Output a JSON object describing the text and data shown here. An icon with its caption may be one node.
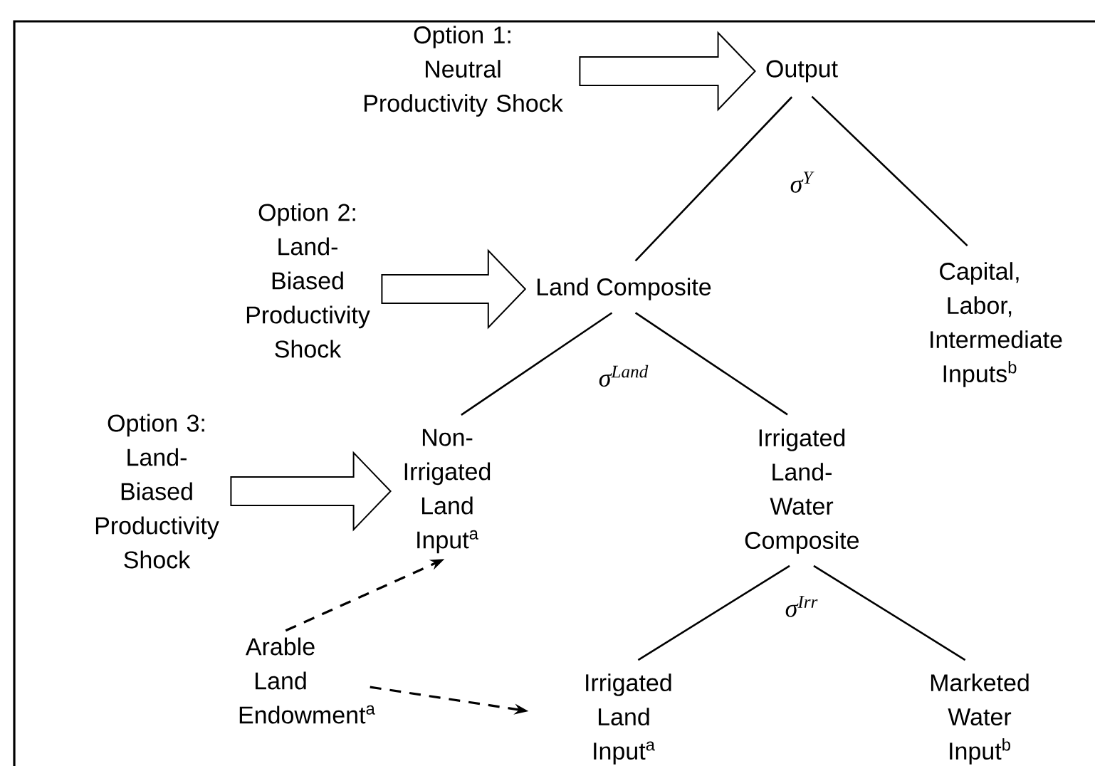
{
  "diagram": {
    "nodes": [
      {
        "text": [
          "Option 1:",
          "Neutral Productivity Shock"
        ]
      },
      {
        "text": [
          "Output"
        ]
      },
      {
        "text": [
          "Option 2:",
          "Land-Biased Productivity Shock"
        ]
      },
      {
        "text": [
          "Land Composite"
        ]
      },
      {
        "text": [
          "Capital, Labor, Intermediate Inputs$^{b}$"
        ]
      },
      {
        "text": [
          "Option 3:",
          "Land-Biased Productivity Shock"
        ]
      },
      {
        "text": [
          "Non-Irrigated Land Input$^{a}$"
        ]
      },
      {
        "text": [
          "Irrigated Land-Water Composite"
        ]
      },
      {
        "text": [
          "Arable Land Endowment$^{a}$"
        ]
      },
      {
        "text": [
          "Irrigated Land Input$^{a}$"
        ]
      },
      {
        "text": [
          "Marketed Water Input$^{b}$"
        ]
      }
    ],
    "edges": [
      {
        "from": 0,
        "to": 1,
        "arrow": "to"
      },
      {
        "from": 1,
        "to": 3,
        "arrow": "none"
      },
      {
        "from": 1,
        "to": 4,
        "arrow": "none"
      },
      {
        "from": 2,
        "to": 3,
        "arrow": "to"
      },
      {
        "from": 3,
        "to": 6,
        "arrow": "none"
      },
      {
        "from": 3,
        "to": 7,
        "arrow": "none"
      },
      {
        "from": 5,
        "to": 6,
        "arrow": "to"
      },
      {
        "from": 7,
        "to": 9,
        "arrow": "none"
      },
      {
        "from": 7,
        "to": 10,
        "arrow": "none"
      },
      {
        "from": 8,
        "to": 6,
        "arrow": "to",
        "style": "dashed"
      },
      {
        "from": 8,
        "to": 9,
        "arrow": "to",
        "style": "dashed"
      }
    ],
    "labels": [
      "σ$^{Y}$",
      "σ$^{Land}$",
      "σ$^{Irr}$"
    ]
  }
}
